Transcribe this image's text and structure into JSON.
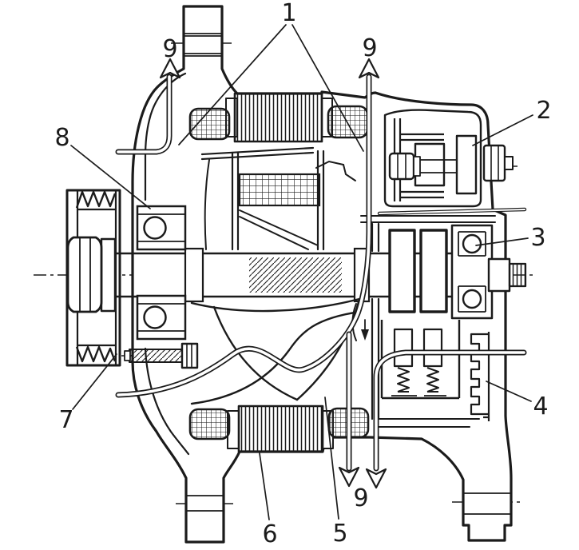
{
  "diagram": {
    "subject": "alternator cross-section cutaway drawing",
    "colors": {
      "ink": "#1b1b1b",
      "paper": "#ffffff"
    },
    "callouts": {
      "c1": "1",
      "c2": "2",
      "c3": "3",
      "c4": "4",
      "c5": "5",
      "c6": "6",
      "c7": "7",
      "c8": "8",
      "c9a": "9",
      "c9b": "9",
      "c9c": "9"
    },
    "airflow_arrows": [
      {
        "id": "top-left",
        "direction": "up"
      },
      {
        "id": "top-right",
        "direction": "up"
      },
      {
        "id": "bottom-left",
        "direction": "down"
      },
      {
        "id": "bottom-right",
        "direction": "down"
      }
    ]
  }
}
